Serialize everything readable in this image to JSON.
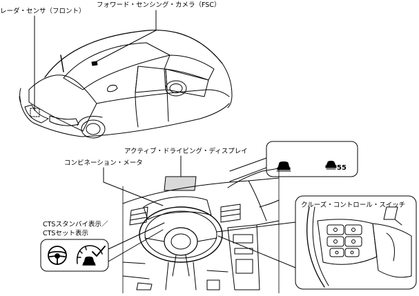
{
  "labels": {
    "front_radar": "レーダ・センサ（フロント）",
    "fsc_camera": "フォワード・センシング・カメラ（FSC）",
    "active_display": "アクティブ・ドライビング・ディスプレイ",
    "meter": "コンビネーション・メータ",
    "cts_standby": "CTSスタンバイ表示／",
    "cts_set": "CTSセット表示",
    "cruise_switch": "クルーズ・コントロール・スイッチ"
  },
  "hud": {
    "speed_value": "55"
  },
  "icons": {
    "car_front": "car-front-icon",
    "steering_wheel": "steering-wheel-icon",
    "cts_set": "cts-set-icon"
  }
}
